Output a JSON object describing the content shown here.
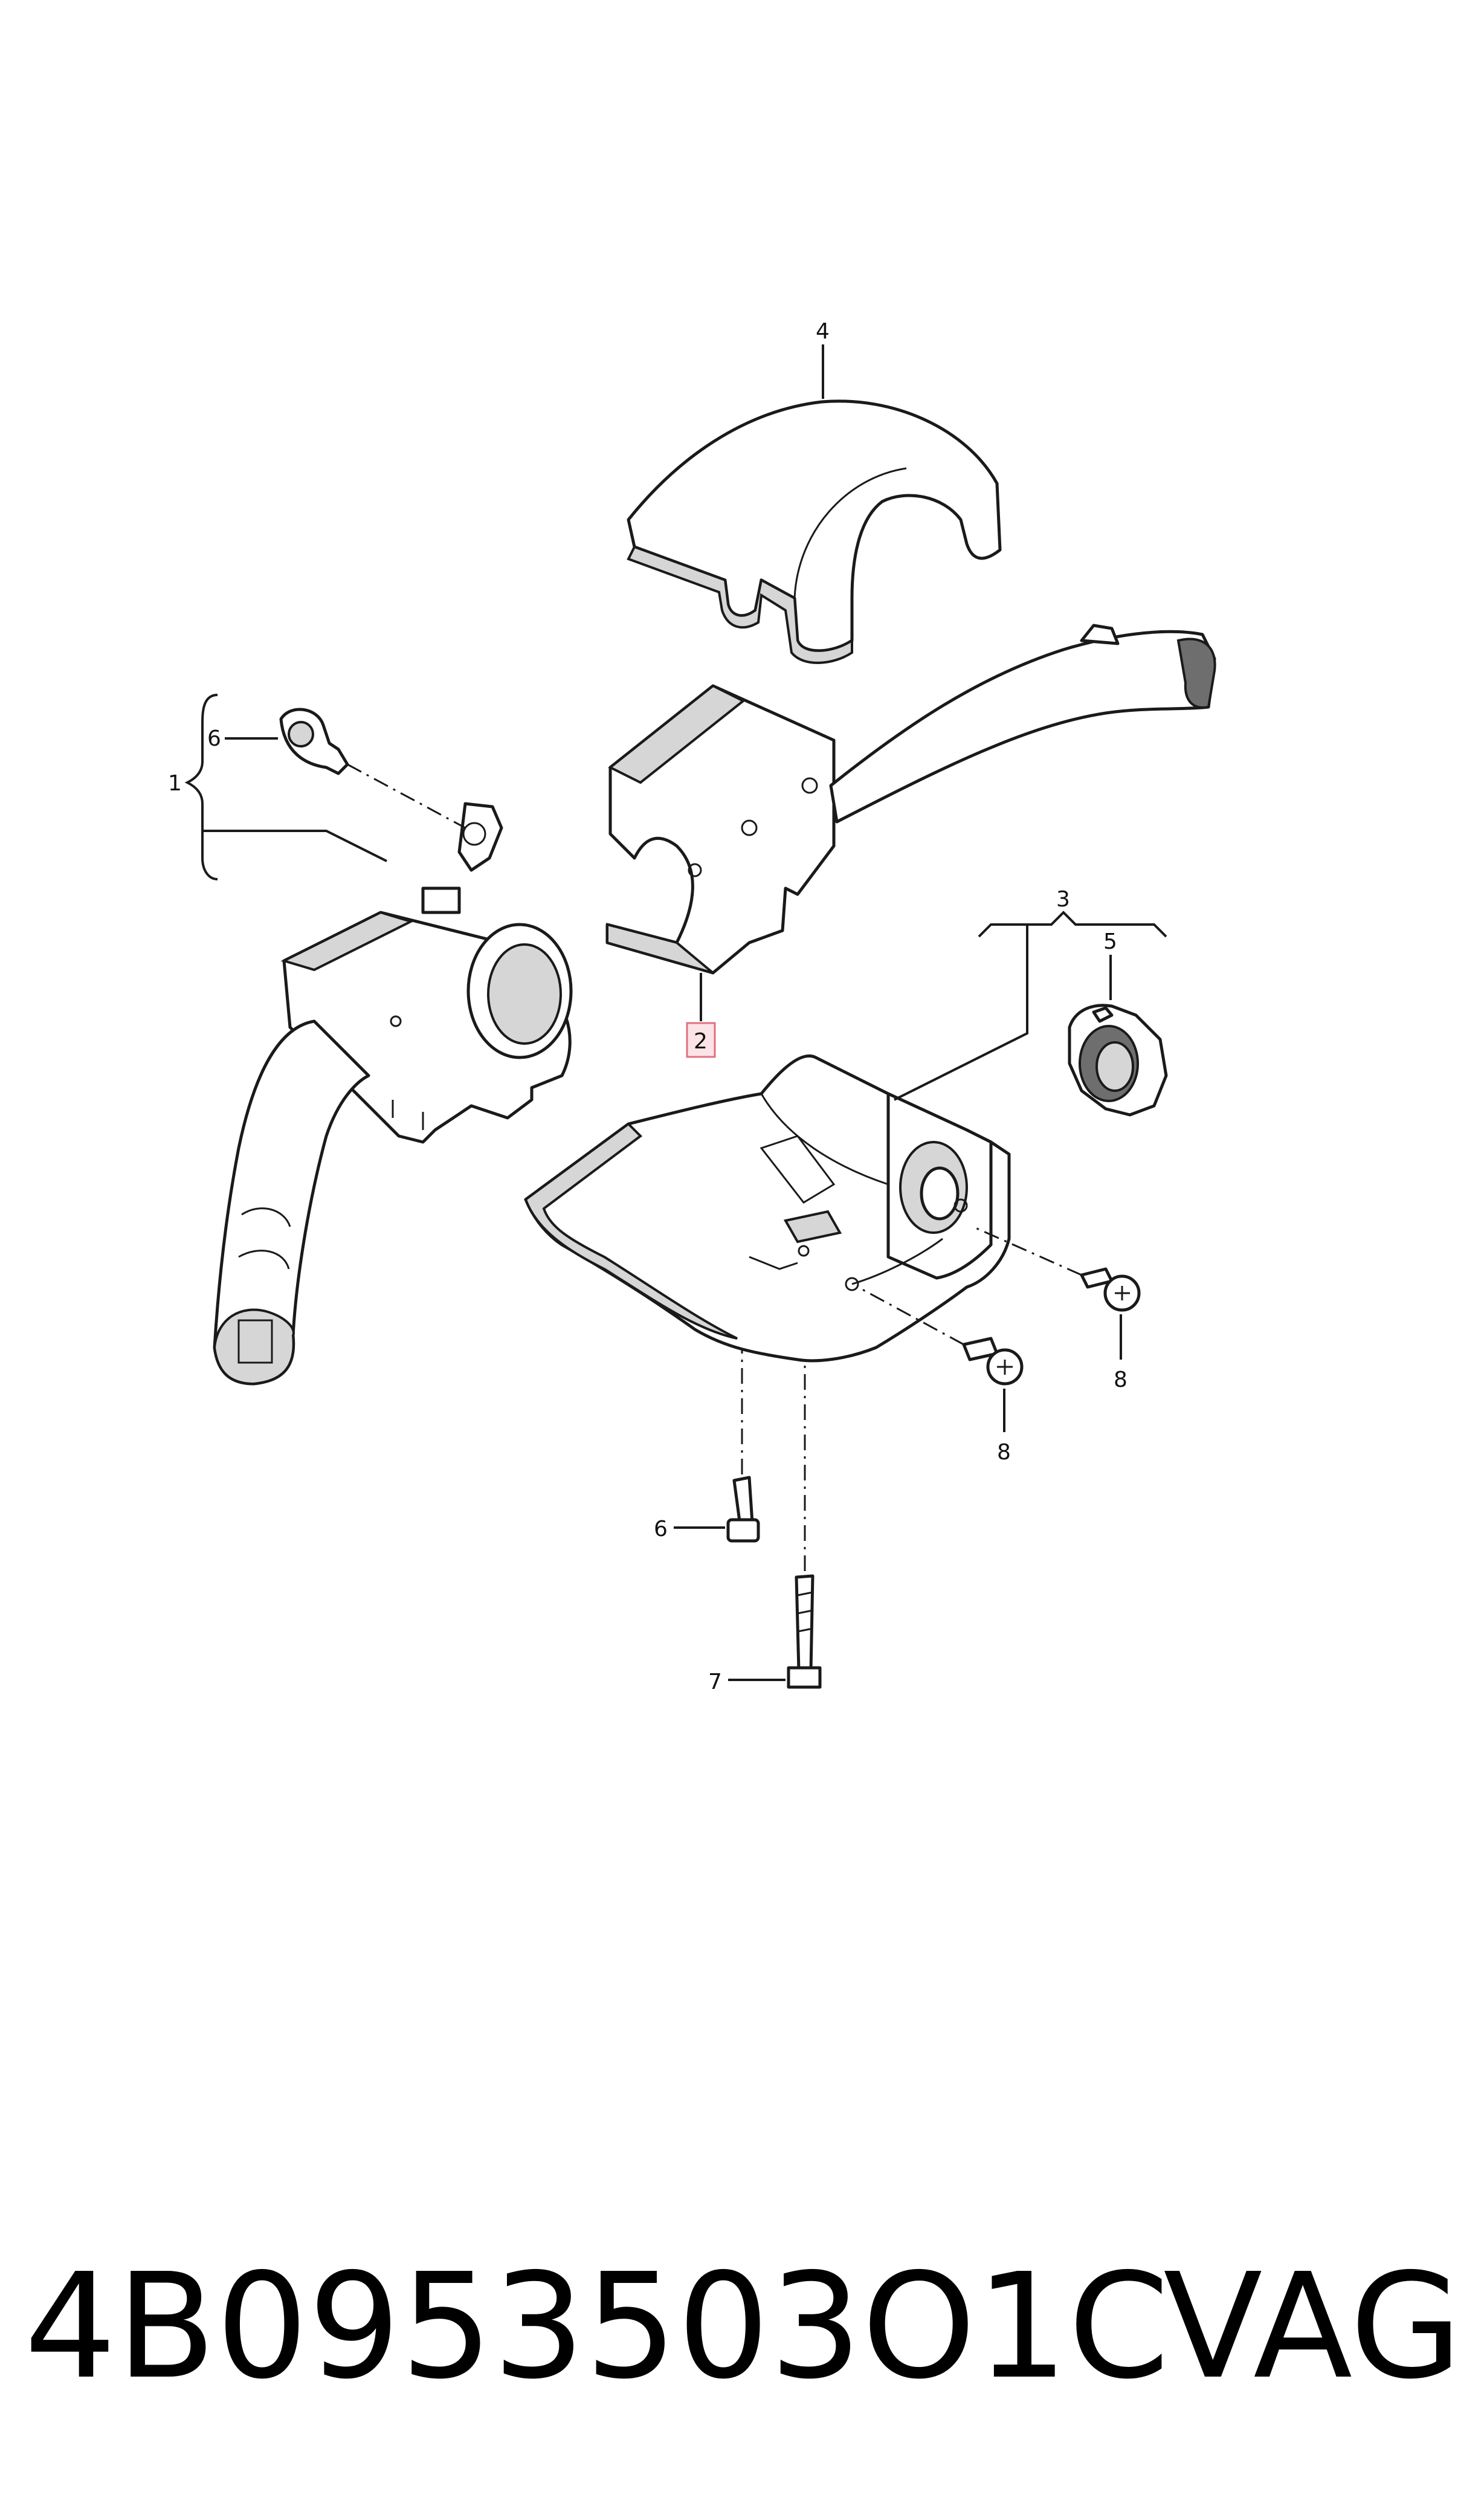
{
  "callouts": {
    "c1": "1",
    "c2": "2",
    "c3": "3",
    "c4": "4",
    "c5": "5",
    "c6a": "6",
    "c6b": "6",
    "c7": "7",
    "c8a": "8",
    "c8b": "8"
  },
  "highlight_color": "#e07080",
  "footer": {
    "part_number": "4B0953503O1C",
    "brand": "VAG"
  }
}
